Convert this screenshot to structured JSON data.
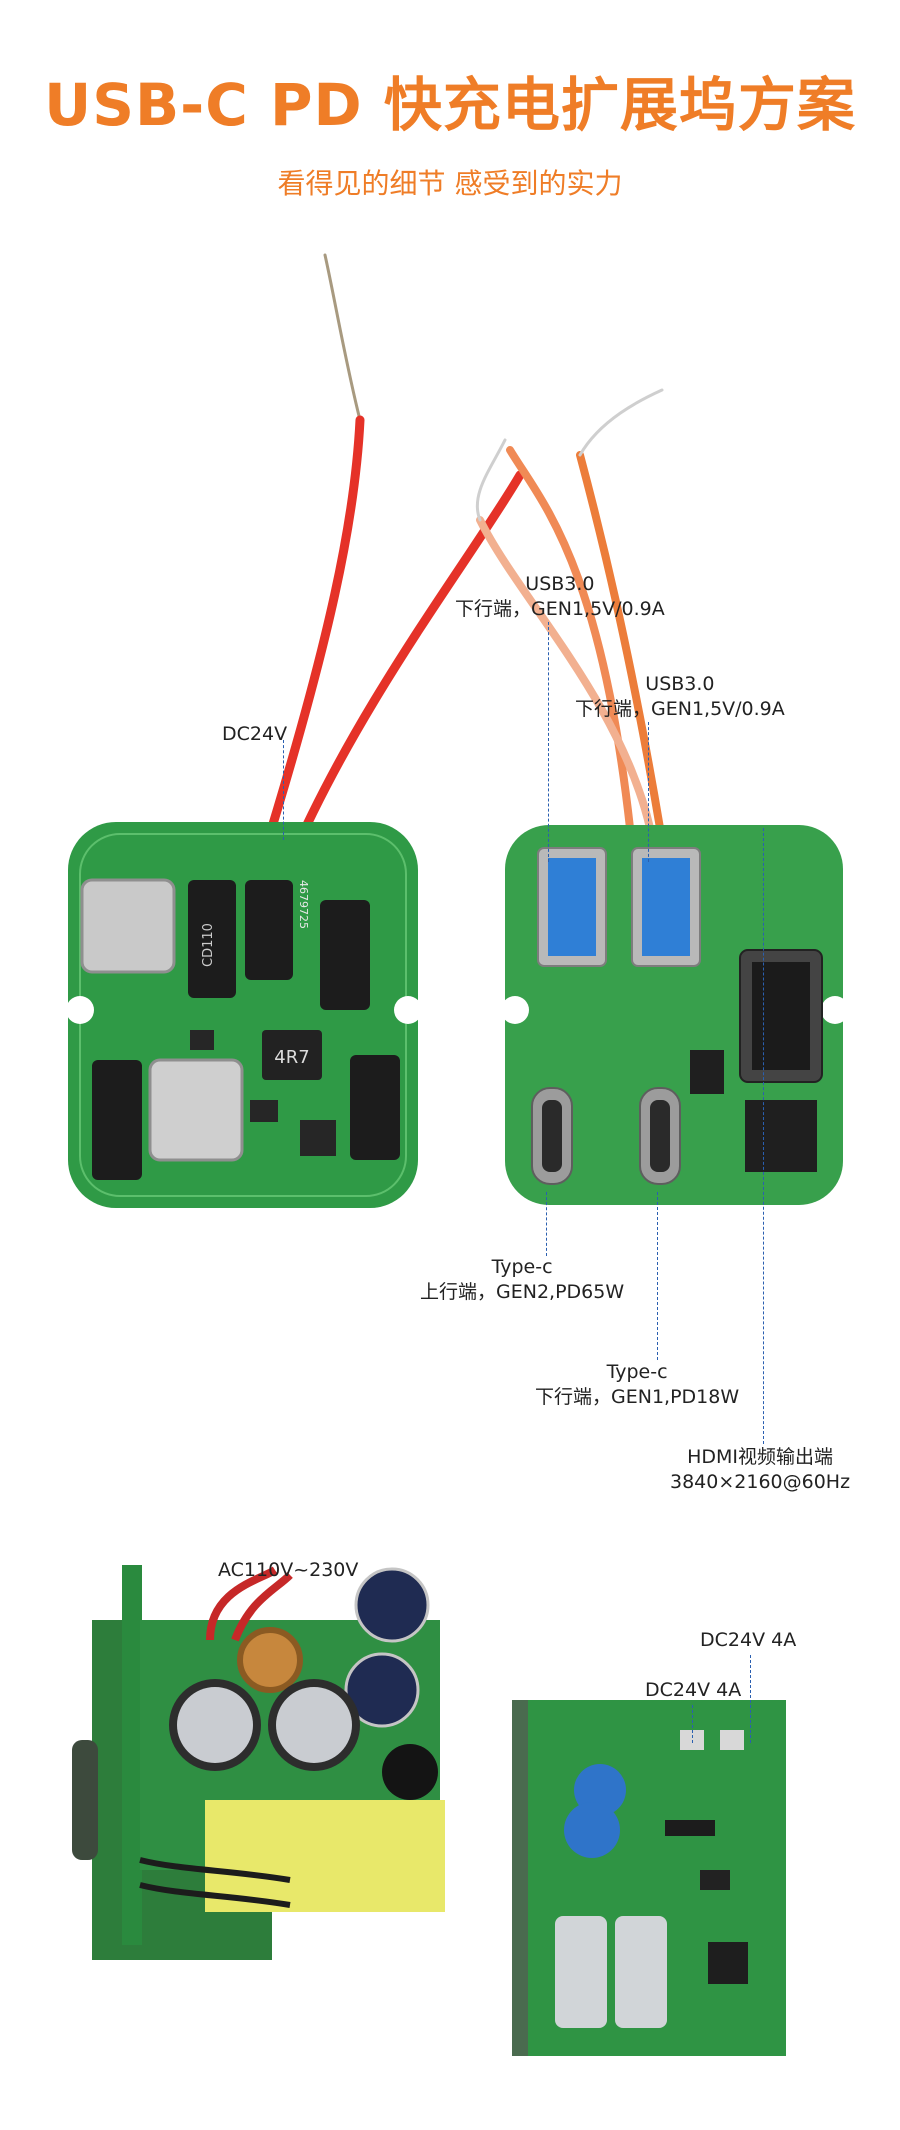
{
  "header": {
    "title": "USB-C PD 快充电扩展坞方案",
    "subtitle": "看得见的细节 感受到的实力"
  },
  "labels": {
    "dc_input": "DC24V",
    "usb30_a_title": "USB3.0",
    "usb30_a_desc": "下行端，GEN1,5V/0.9A",
    "usb30_b_title": "USB3.0",
    "usb30_b_desc": "下行端，GEN1,5V/0.9A",
    "typec_up_title": "Type-c",
    "typec_up_desc": "上行端，GEN2,PD65W",
    "typec_down_title": "Type-c",
    "typec_down_desc": "下行端，GEN1,PD18W",
    "hdmi_title": "HDMI视频输出端",
    "hdmi_desc": "3840×2160@60Hz",
    "ac_input": "AC110V~230V",
    "dc_out_1": "DC24V 4A",
    "dc_out_2": "DC24V 4A"
  },
  "pcb_marks": {
    "inductor": "4R7",
    "cap_left": "CD110",
    "board_id": "4679725"
  },
  "colors": {
    "accent": "#ef7d27",
    "pcb_green": "#2f9a46",
    "leader_line": "#2a5fb0"
  }
}
